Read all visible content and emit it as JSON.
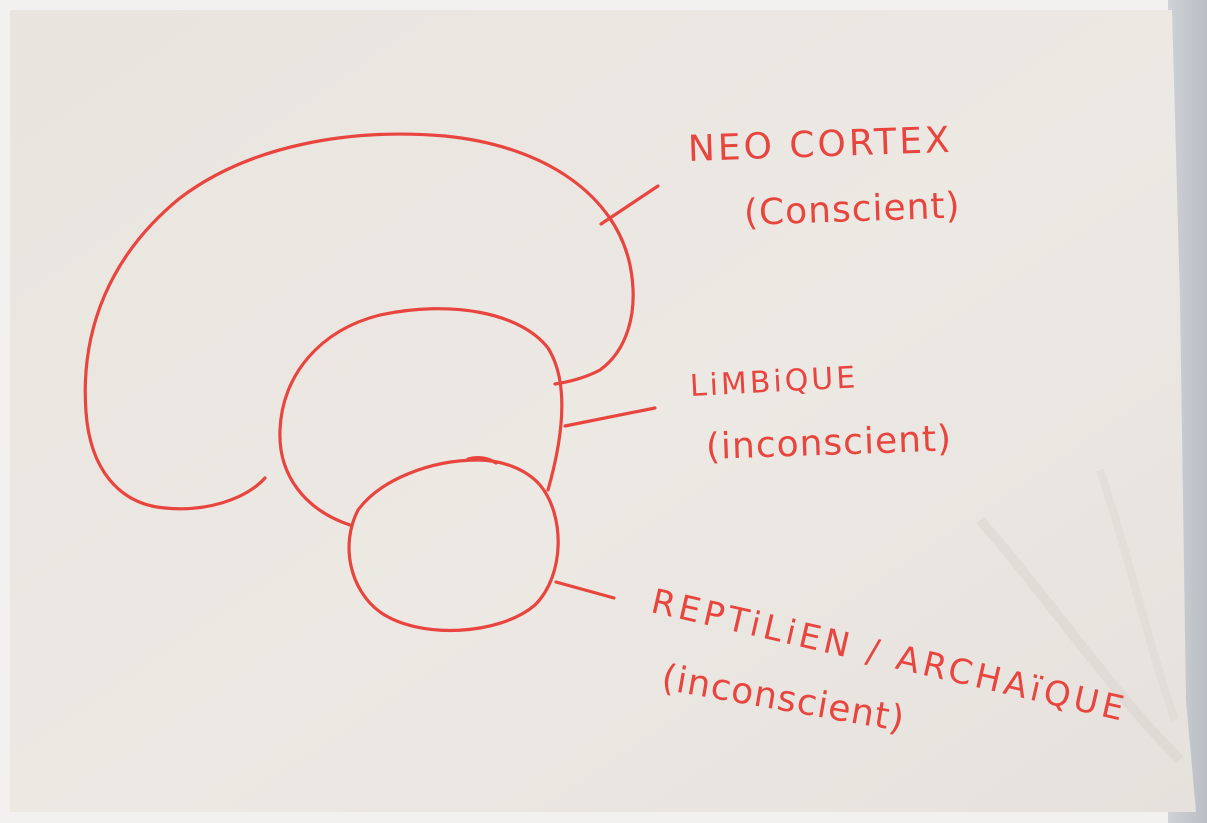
{
  "labels": {
    "neocortex": {
      "title": "NEO CORTEX",
      "subtitle": "(Conscient)"
    },
    "limbique": {
      "title": "LiMBiQUE",
      "subtitle": "(inconscient)"
    },
    "reptilien": {
      "title": "REPTiLiEN / ARCHAïQUE",
      "subtitle": "(inconscient)"
    }
  },
  "colors": {
    "ink": "#e8453f",
    "paper": "#ece7e1",
    "paper_shadow": "#d9d3cc",
    "background_edge": "#c4c8cd",
    "floor": "#f4f2f0"
  }
}
